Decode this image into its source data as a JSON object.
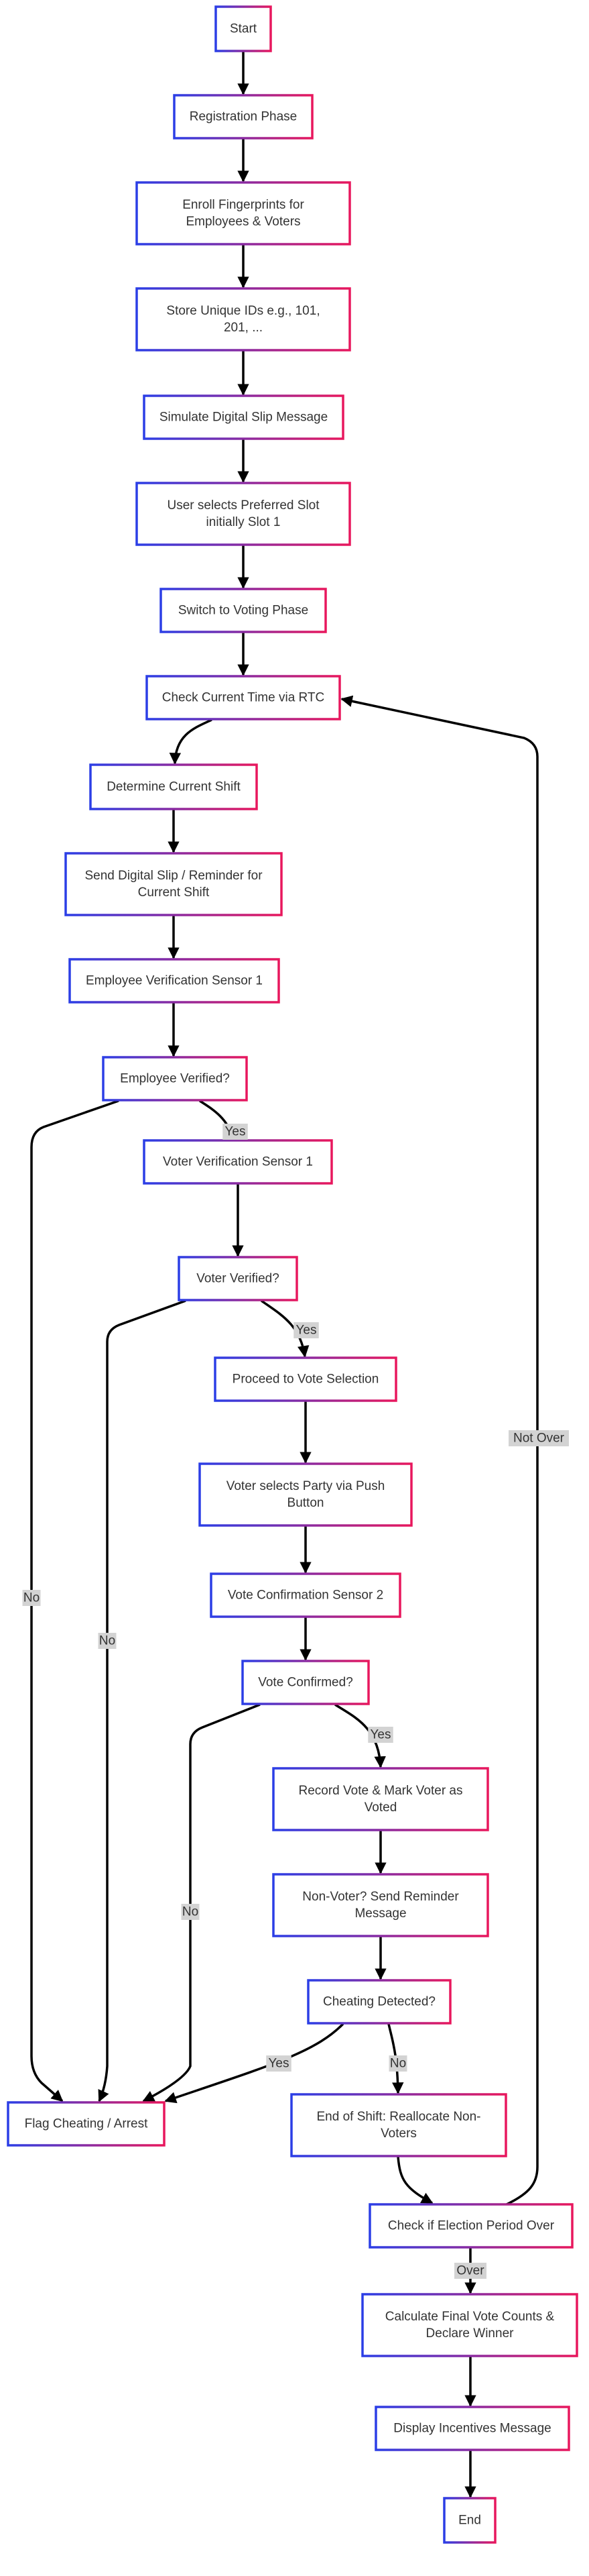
{
  "colors": {
    "border_start": "#2b3ee6",
    "border_end": "#e8175d",
    "edge": "#000000",
    "label_bg": "#d3d3d3",
    "text": "#333333"
  },
  "nodes": {
    "start": [
      "Start"
    ],
    "registration": [
      "Registration Phase"
    ],
    "enroll": [
      "Enroll Fingerprints for",
      "Employees & Voters"
    ],
    "store_ids": [
      "Store Unique IDs e.g., 101,",
      "201, ..."
    ],
    "simulate_slip": [
      "Simulate Digital Slip Message"
    ],
    "select_slot": [
      "User selects Preferred Slot",
      "initially Slot 1"
    ],
    "switch_voting": [
      "Switch to Voting Phase"
    ],
    "check_time": [
      "Check Current Time via RTC"
    ],
    "determine_shift": [
      "Determine Current Shift"
    ],
    "send_slip": [
      "Send Digital Slip / Reminder for",
      "Current Shift"
    ],
    "employee_sensor": [
      "Employee Verification Sensor 1"
    ],
    "employee_verified": [
      "Employee Verified?"
    ],
    "voter_sensor": [
      "Voter Verification Sensor 1"
    ],
    "voter_verified": [
      "Voter Verified?"
    ],
    "proceed_vote": [
      "Proceed to Vote Selection"
    ],
    "select_party": [
      "Voter selects Party via Push",
      "Button"
    ],
    "vote_sensor": [
      "Vote Confirmation Sensor 2"
    ],
    "vote_confirmed": [
      "Vote Confirmed?"
    ],
    "record_vote": [
      "Record Vote & Mark Voter as",
      "Voted"
    ],
    "non_voter": [
      "Non-Voter? Send Reminder",
      "Message"
    ],
    "cheating_detected": [
      "Cheating Detected?"
    ],
    "flag_cheating": [
      "Flag Cheating / Arrest"
    ],
    "end_shift": [
      "End of Shift: Reallocate Non-",
      "Voters"
    ],
    "check_period": [
      "Check if Election Period Over"
    ],
    "calculate": [
      "Calculate Final Vote Counts &",
      "Declare Winner"
    ],
    "incentives": [
      "Display Incentives Message"
    ],
    "end": [
      "End"
    ]
  },
  "edge_labels": {
    "employee_yes": "Yes",
    "employee_no": "No",
    "voter_yes": "Yes",
    "voter_no": "No",
    "vote_yes": "Yes",
    "vote_no": "No",
    "cheating_yes": "Yes",
    "cheating_no": "No",
    "period_over": "Over",
    "period_not_over": "Not Over"
  }
}
